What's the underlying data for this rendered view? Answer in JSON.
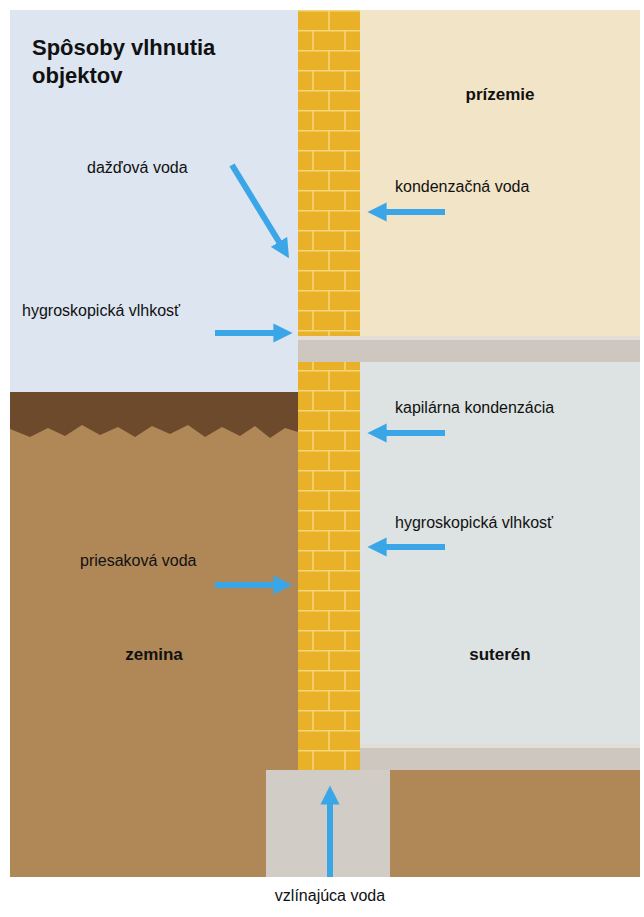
{
  "diagram": {
    "title": "Spôsoby vlhnutia objektov",
    "nodes": [
      {
        "text": [
          "prízemie"
        ]
      },
      {
        "text": [
          "zemina"
        ]
      },
      {
        "text": [
          "suterén"
        ]
      }
    ],
    "labels": [
      "dažďová voda",
      "kondenzačná voda",
      "hygroskopická vlhkosť",
      "kapilárna kondenzácia",
      "priesaková voda",
      "hygroskopická vlhkosť",
      "vzlínajúca voda"
    ]
  }
}
